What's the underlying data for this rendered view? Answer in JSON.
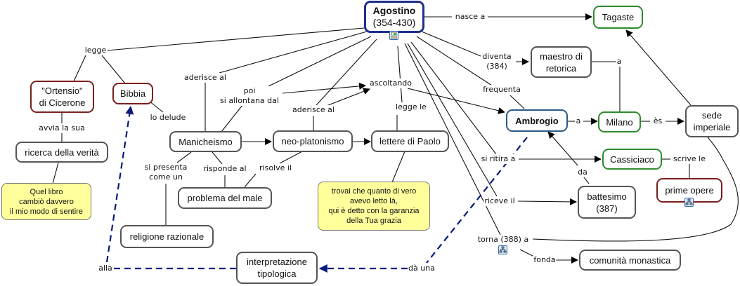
{
  "concepts": {
    "agostino": {
      "name": "Agostino",
      "dates": "(354-430)"
    },
    "tagaste": "Tagaste",
    "maestro": "maestro di\nretorica",
    "milano": "Milano",
    "sede": "sede\nimperiale",
    "ambrogio": "Ambrogio",
    "cassiciaco": "Cassiciaco",
    "prime_opere": "prime opere",
    "battesimo": "battesimo\n(387)",
    "comunita": "comunità monastica",
    "ortensio": "\"Ortensio\"\ndi Cicerone",
    "bibbia": "Bibbia",
    "ricerca": "ricerca della verità",
    "manicheismo": "Manicheismo",
    "neoplatonismo": "neo-platonismo",
    "lettere": "lettere di Paolo",
    "problema": "problema del male",
    "religione": "religione razionale",
    "interpretazione": "interpretazione\ntipologica"
  },
  "notes": {
    "quel_libro": "Quel libro\ncambiò davvero\nil mio modo di sentire",
    "trovai": "trovai che quanto di vero\navevo letto là,\nqui è detto con la garanzia\ndella Tua grazia"
  },
  "links": {
    "nasce_a": "nasce a",
    "diventa": "diventa\n(384)",
    "a_maestro": "a",
    "frequenta": "frequenta",
    "a_milano": "a",
    "es": "ès",
    "si_ritira_a": "si ritira a",
    "scrive_le": "scrive le",
    "da": "da",
    "riceve_il": "riceve il",
    "torna": "torna (388) a",
    "fonda": "fonda",
    "da_una": "dà una",
    "alla": "alla",
    "legge": "legge",
    "avvia_la_sua": "avvia la sua",
    "lo_delude": "lo delude",
    "aderisce_al_1": "aderisce al",
    "poi_si_allontana": "poi\nsi allontana dal",
    "aderisce_al_2": "aderisce al",
    "ascoltando": "ascoltando",
    "legge_le": "legge le",
    "si_presenta": "si presenta\ncome un",
    "risponde_al": "risponde al",
    "risolve_il": "risolve il"
  },
  "icons": {
    "agostino_resource": "image-resource-icon",
    "prime_opere_submap": "concept-map-icon",
    "torna_submap": "concept-map-icon"
  },
  "colors": {
    "root_border": "#1f2f8a",
    "person_border": "#2b5a86",
    "place_border": "#2e8b2e",
    "work_border": "#7a1e1e",
    "note_fill": "#ffff9c",
    "dashed_link": "#0a1a7a"
  }
}
